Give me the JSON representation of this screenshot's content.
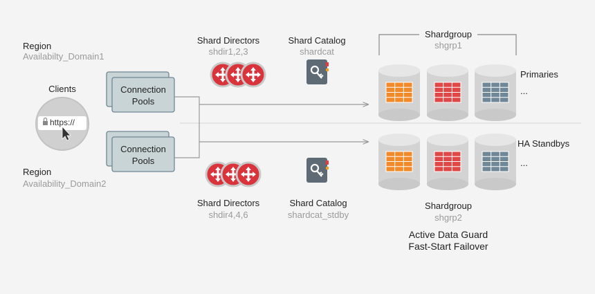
{
  "region1": {
    "label": "Region",
    "domain": "Availabilty_Domain1"
  },
  "region2": {
    "label": "Region",
    "domain": "Availability_Domain2"
  },
  "clients": {
    "label": "Clients",
    "url_text": "https://"
  },
  "pools": {
    "label_line1": "Connection",
    "label_line2": "Pools"
  },
  "directors_top": {
    "title": "Shard Directors",
    "ids": "shdir1,2,3"
  },
  "directors_bottom": {
    "title": "Shard Directors",
    "ids": "shdir4,4,6"
  },
  "catalog_top": {
    "title": "Shard Catalog",
    "name": "shardcat"
  },
  "catalog_bottom": {
    "title": "Shard Catalog",
    "name": "shardcat_stdby"
  },
  "shardgroup_top": {
    "title": "Shardgroup",
    "name": "shgrp1"
  },
  "shardgroup_bottom": {
    "title": "Shardgroup",
    "name": "shgrp2"
  },
  "roles": {
    "primaries": "Primaries",
    "standbys": "HA Standbys",
    "more": "..."
  },
  "footer": {
    "line1": "Active Data Guard",
    "line2": "Fast-Start Failover"
  },
  "colors": {
    "router_red": "#d9343c",
    "db_orange": "#f28a2a",
    "db_red": "#e04848",
    "db_slate": "#6f8796",
    "db_body": "#d3d3d3",
    "pool_fill": "#c9d4d6"
  },
  "icons": {
    "router": "router-icon",
    "catalog": "catalog-book-icon",
    "lock": "lock-icon",
    "cursor": "cursor-icon"
  }
}
